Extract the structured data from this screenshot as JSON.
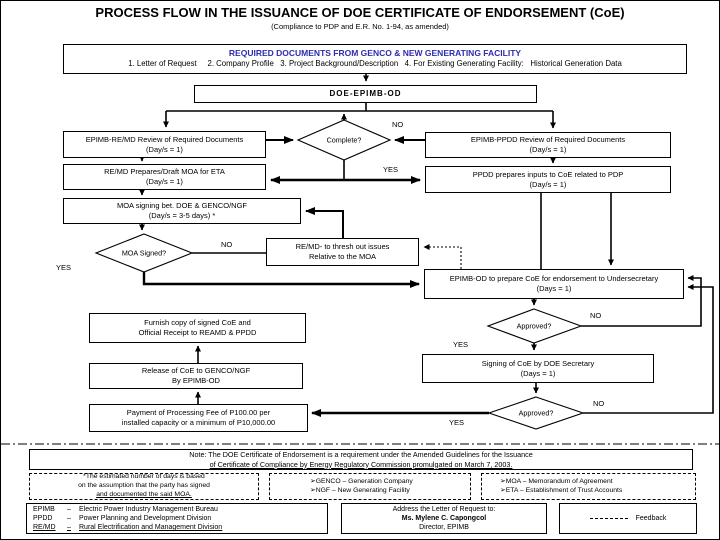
{
  "colors": {
    "heading_blue": "#2d2daf",
    "line": "#000000",
    "background": "#ffffff"
  },
  "title": "PROCESS FLOW IN THE ISSUANCE OF DOE CERTIFICATE OF ENDORSEMENT (CoE)",
  "subtitle": "(Compliance to PDP and E.R. No. 1-94, as amended)",
  "required_docs": {
    "heading": "REQUIRED DOCUMENTS FROM GENCO & NEW GENERATING FACILITY",
    "items": "1. Letter of Request     2. Company Profile   3. Project Background/Description   4. For Existing Generating Facility:   Historical Generation Data"
  },
  "labels": {
    "yes": "YES",
    "no": "NO"
  },
  "nodes": {
    "doe": {
      "line1": "DOE-EPIMB-OD"
    },
    "remd_review": {
      "line1": "EPIMB-RE/MD Review of Required Documents",
      "line2": "(Day/s = 1)"
    },
    "complete_q": {
      "line1": "Complete?"
    },
    "ppdd_review": {
      "line1": "EPIMB-PPDD Review of Required Documents",
      "line2": "(Day/s = 1)"
    },
    "remd_prepares": {
      "line1": "RE/MD Prepares/Draft MOA for ETA",
      "line2": "(Day/s = 1)"
    },
    "ppdd_prepares": {
      "line1": "PPDD prepares inputs to CoE related to PDP",
      "line2": "(Day/s = 1)"
    },
    "moa_signing": {
      "line1": "MOA signing bet. DOE & GENCO/NGF",
      "line2": "(Day/s = 3-5 days) *"
    },
    "moa_signed_q": {
      "line1": "MOA Signed?"
    },
    "thresh_out": {
      "line1": "RE/MD- to thresh out issues",
      "line2": "Relative to the MOA"
    },
    "epimb_od_prepare": {
      "line1": "EPIMB-OD to prepare CoE for endorsement to Undersecretary",
      "line2": "(Days = 1)"
    },
    "approved_q1": {
      "line1": "Approved?"
    },
    "signing_secretary": {
      "line1": "Signing of CoE by DOE Secretary",
      "line2": "(Days = 1)"
    },
    "approved_q2": {
      "line1": "Approved?"
    },
    "furnish": {
      "line1": "Furnish copy of signed CoE and",
      "line2": "Official Receipt to REAMD & PPDD"
    },
    "release": {
      "line1": "Release of CoE to  GENCO/NGF",
      "line2": "By EPIMB-OD"
    },
    "payment": {
      "line1": "Payment of Processing Fee of  P100.00 per",
      "line2": "installed capacity or a minimum of P10,000.00"
    }
  },
  "note": {
    "line1": "Note: The DOE Certificate of Endorsement is a requirement under the Amended Guidelines for the Issuance",
    "line2": "of Certificate of Compliance by Energy Regulatory Commission promulgated on March 7, 2003."
  },
  "footnote": {
    "line1": "*The estimated number of days is based",
    "line2": "on the assumption that the party has signed",
    "line3": "and documented the said MOA."
  },
  "legend_genco": {
    "item1": "➢GENCO – Generation Company",
    "item2": "➢NGF – New Generating Facility"
  },
  "legend_moa": {
    "item1": "➢MOA – Memorandum of Agreement",
    "item2": "➢ETA – Establishment of Trust Accounts"
  },
  "acronyms": [
    {
      "abbr": "EPIMB",
      "sep": "–",
      "full": "Electric Power Industry Management Bureau"
    },
    {
      "abbr": "PPDD",
      "sep": "–",
      "full": "Power Planning and Development Division"
    },
    {
      "abbr": "RE/MD",
      "sep": "–",
      "full": "Rural Electrification and Management Division"
    }
  ],
  "address": {
    "line1": "Address the Letter of Request to:",
    "line2": "Ms. Mylene C. Capongcol",
    "line3": "Director, EPIMB"
  },
  "feedback": {
    "label": "Feedback"
  }
}
